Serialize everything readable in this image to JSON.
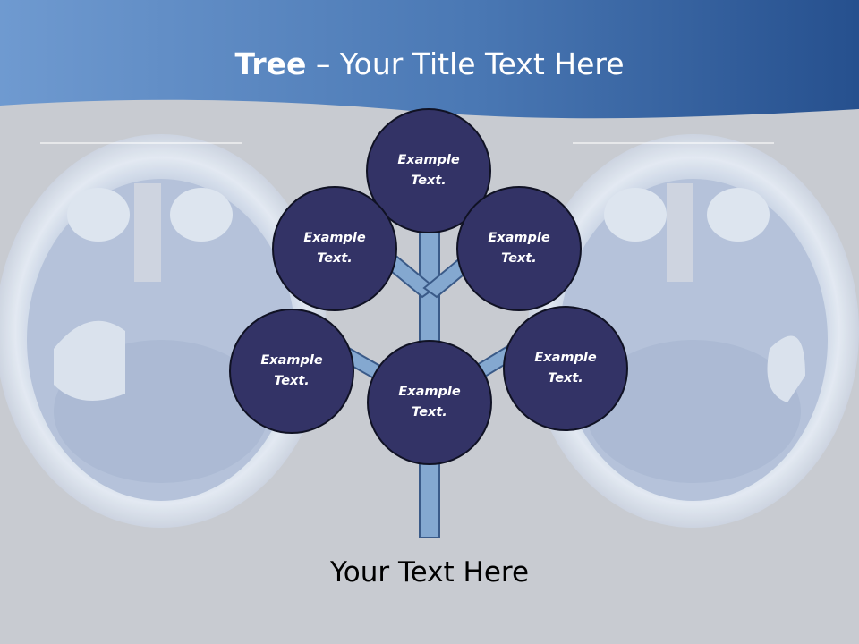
{
  "title": {
    "bold": "Tree",
    "rest": " – Your Title Text Here"
  },
  "nodes": [
    {
      "label": "Example\nText."
    },
    {
      "label": "Example\nText."
    },
    {
      "label": "Example\nText."
    },
    {
      "label": "Example\nText."
    },
    {
      "label": "Example\nText."
    },
    {
      "label": "Example\nText."
    }
  ],
  "caption": "Your Text Here",
  "colors": {
    "node_fill": "#333366",
    "branch_fill": "#84a8d0",
    "header_blue": "#3c6aa4",
    "background": "#c8cbd1"
  }
}
